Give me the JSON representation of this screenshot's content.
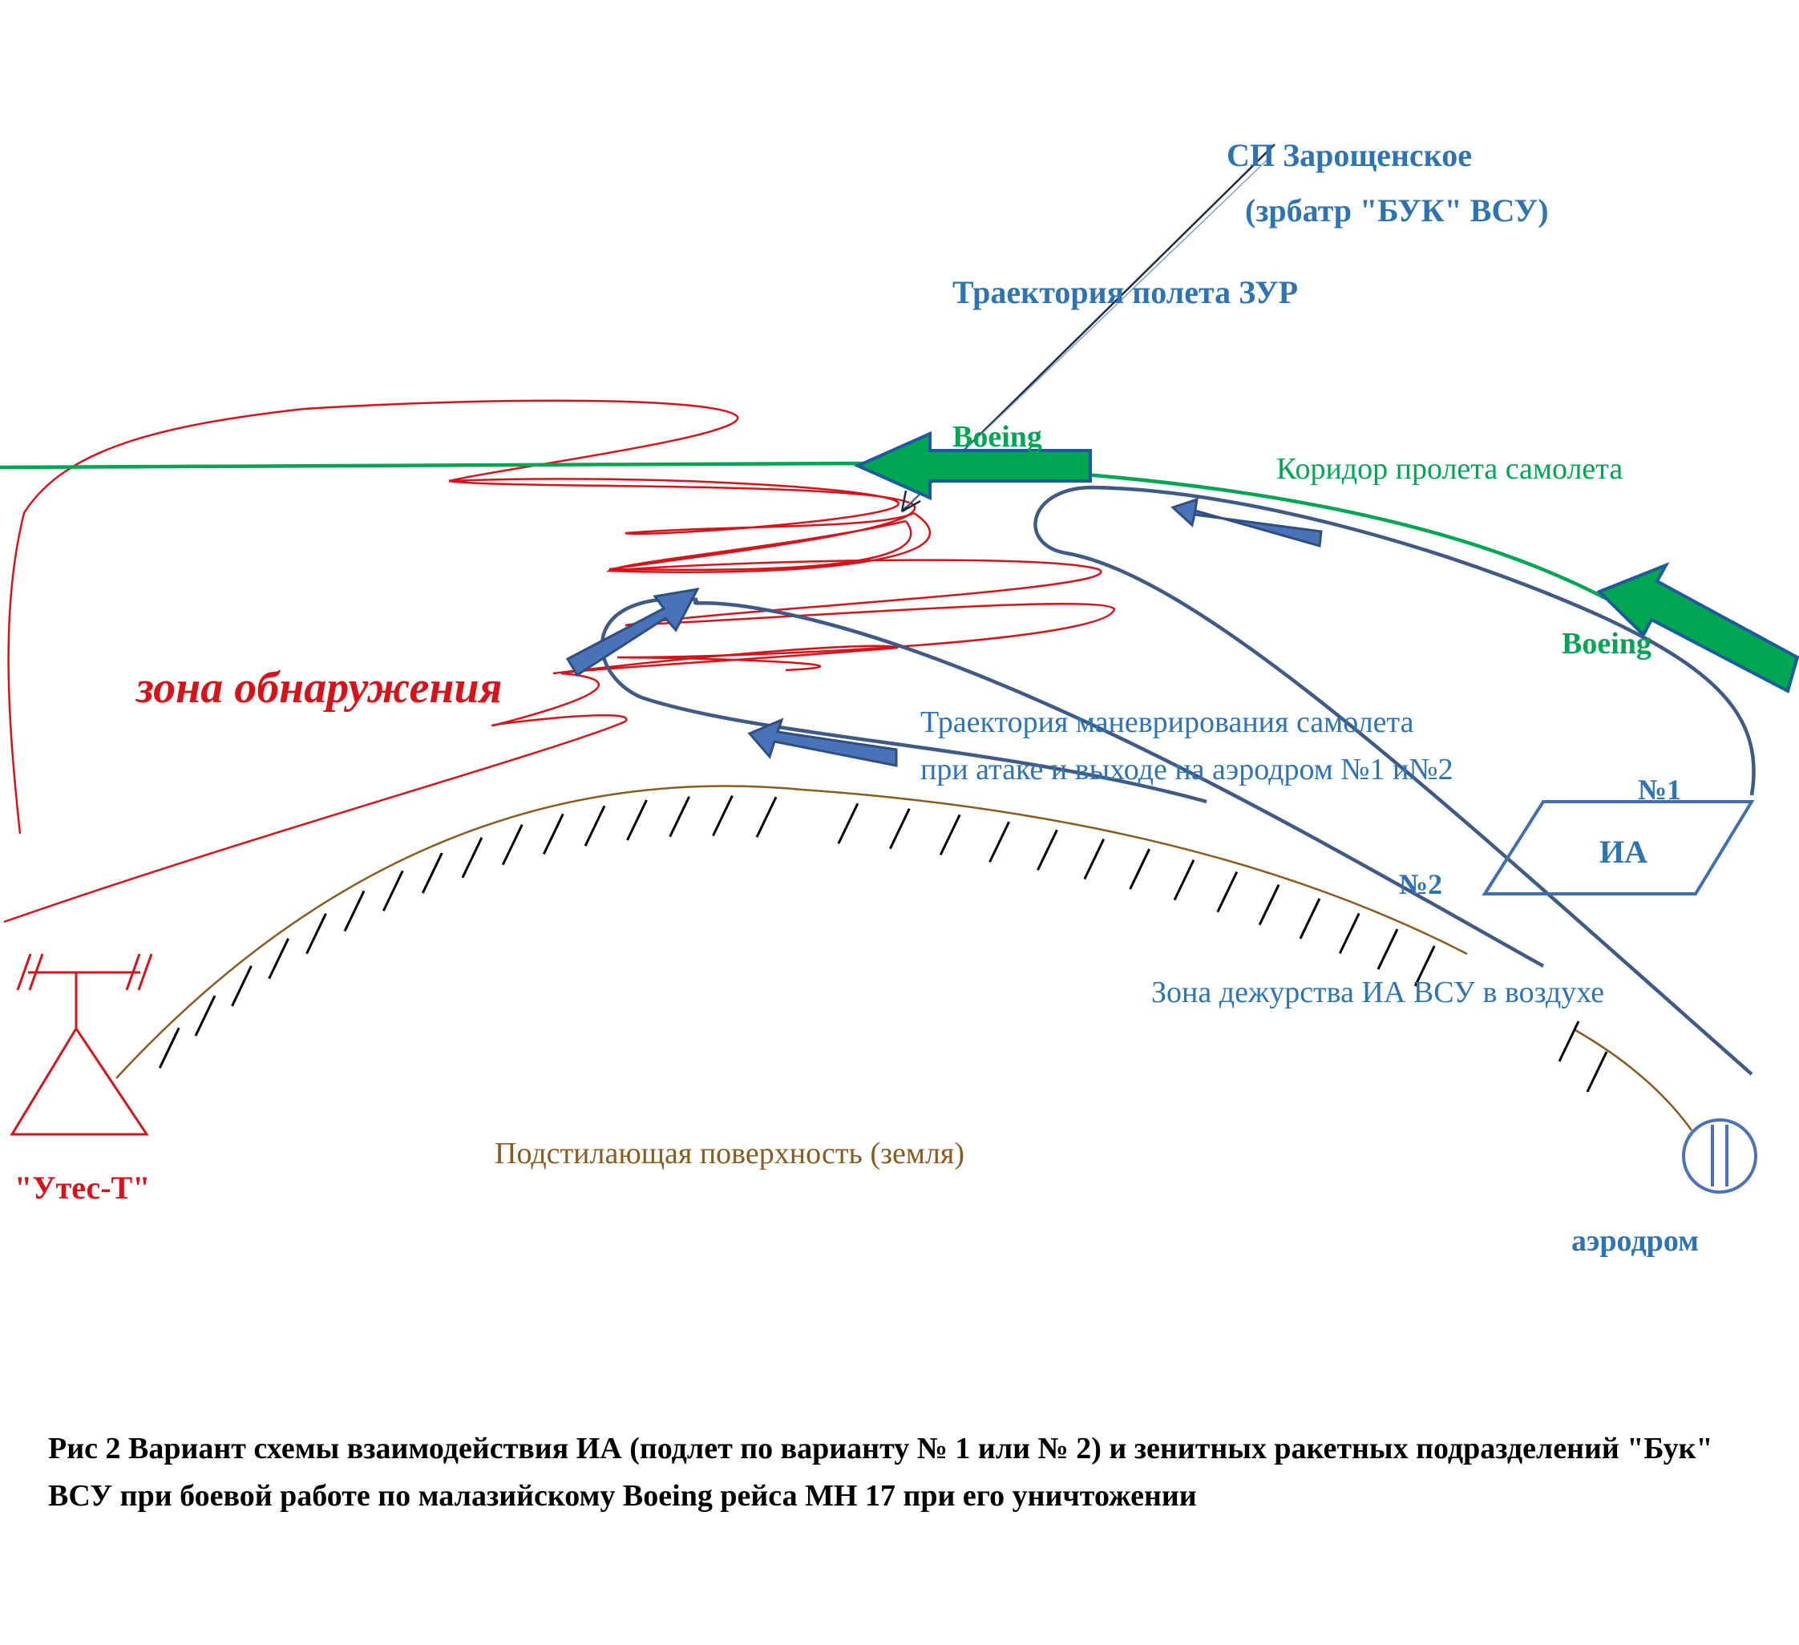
{
  "labels": {
    "sp_zaroshchenskoe": "СП Зарощенское",
    "zrbatr": "(зрбатр \"БУК\" ВСУ)",
    "zur_trajectory": "Траектория полета ЗУР",
    "boeing_top": "Boeing",
    "corridor": "Коридор пролета самолета",
    "boeing_right": "Boeing",
    "detection_zone": "зона обнаружения",
    "maneuver_line1": "Траектория маневрирования самолета",
    "maneuver_line2": "при атаке и выходе на аэродром №1 и№2",
    "no1": "№1",
    "ia": "ИА",
    "no2": "№2",
    "duty_zone": "Зона дежурства ИА ВСУ  в воздухе",
    "surface": "Подстилающая поверхность (земля)",
    "utes": "\"Утес-Т\"",
    "airfield": "аэродром"
  },
  "caption": "Рис 2 Вариант схемы взаимодействия  ИА (подлет по варианту № 1 или № 2) и зенитных ракетных подразделений \"Бук\" ВСУ при боевой работе по малазийскому Boeing рейса МН 17 при его уничтожении",
  "colors": {
    "blue_text": "#2e74b5",
    "navy_path": "#3f5a86",
    "arrow_blue": "#4a72b8",
    "green": "#00a651",
    "red": "#d9121a",
    "brown": "#8b5a1e",
    "black": "#000000"
  }
}
